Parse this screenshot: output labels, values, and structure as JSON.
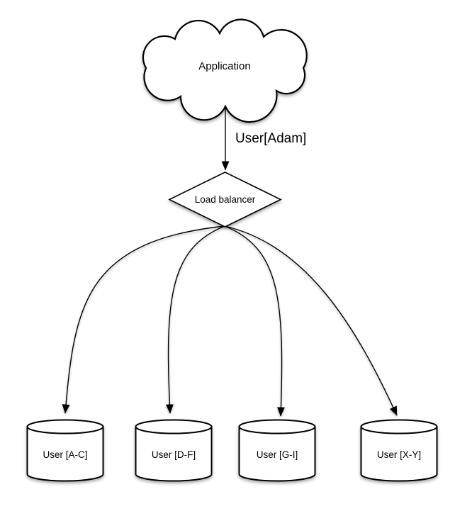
{
  "canvas": {
    "background": "#ffffff",
    "line_color": "#000000",
    "text_color": "#000000"
  },
  "nodes": {
    "application": {
      "shape": "cloud",
      "label": "Application"
    },
    "load_balancer": {
      "shape": "diamond",
      "label": "Load balancer"
    },
    "shards": [
      {
        "shape": "cylinder",
        "label": "User [A-C]"
      },
      {
        "shape": "cylinder",
        "label": "User [D-F]"
      },
      {
        "shape": "cylinder",
        "label": "User [G-I]"
      },
      {
        "shape": "cylinder",
        "label": "User [X-Y]"
      }
    ]
  },
  "edges": {
    "app_to_lb": {
      "from": "application",
      "to": "load_balancer",
      "label": "User[Adam]"
    },
    "lb_to_shards": [
      {
        "from": "load_balancer",
        "to": "shard-0"
      },
      {
        "from": "load_balancer",
        "to": "shard-1"
      },
      {
        "from": "load_balancer",
        "to": "shard-2"
      },
      {
        "from": "load_balancer",
        "to": "shard-3"
      }
    ]
  }
}
